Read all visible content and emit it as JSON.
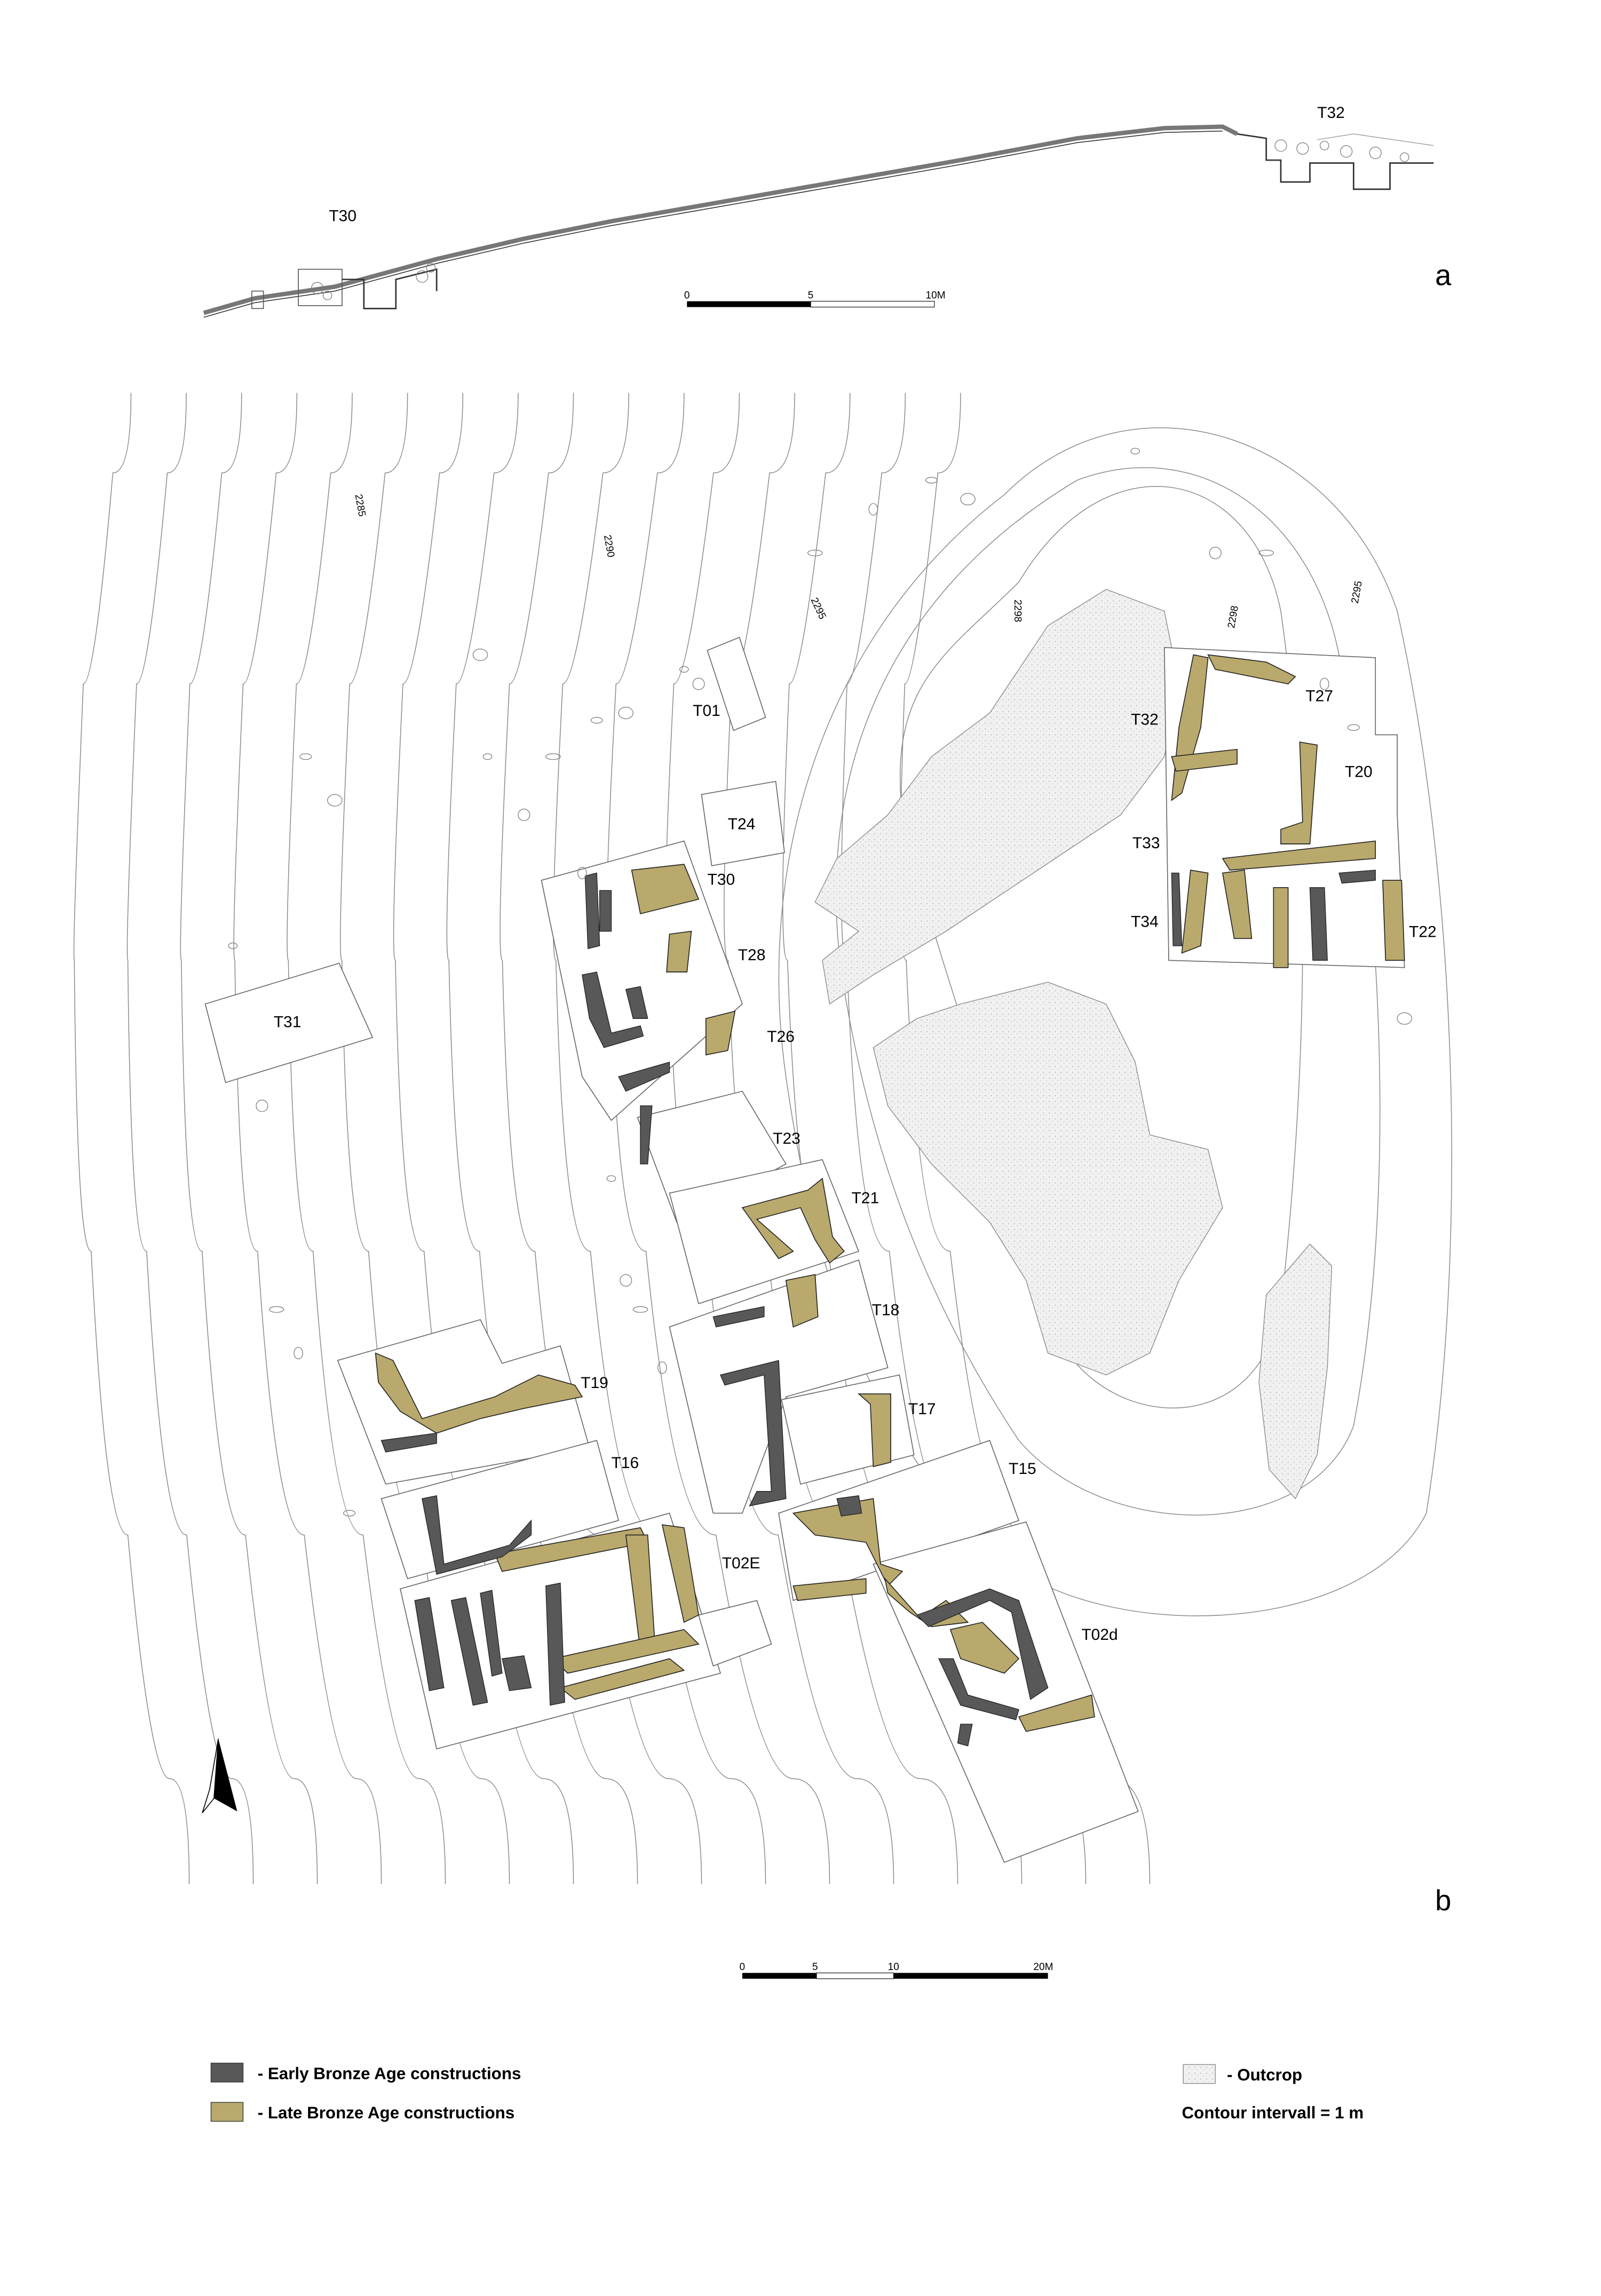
{
  "panel_a": {
    "label": "a",
    "trench_labels": [
      "T30",
      "T32"
    ],
    "scale_bar": {
      "ticks": [
        "0",
        "5",
        "10M"
      ]
    }
  },
  "panel_b": {
    "label": "b",
    "contour_labels": [
      "2285",
      "2290",
      "2295",
      "2298",
      "2298",
      "2295"
    ],
    "trench_labels": [
      "T01",
      "T24",
      "T30",
      "T28",
      "T26",
      "T31",
      "T23",
      "T21",
      "T18",
      "T19",
      "T17",
      "T16",
      "T15",
      "T02E",
      "T02d",
      "T32",
      "T27",
      "T20",
      "T33",
      "T34",
      "T22"
    ],
    "scale_bar": {
      "ticks": [
        "0",
        "5",
        "10",
        "20M"
      ]
    }
  },
  "legend": {
    "items": [
      {
        "label": "-  Early Bronze Age constructions",
        "color": "#585858"
      },
      {
        "label": "-  Late Bronze Age constructions",
        "color": "#b9a96c"
      },
      {
        "label": "-  Outcrop",
        "color": "#f0f0f0"
      }
    ],
    "contour_note": "Contour intervall = 1 m"
  }
}
